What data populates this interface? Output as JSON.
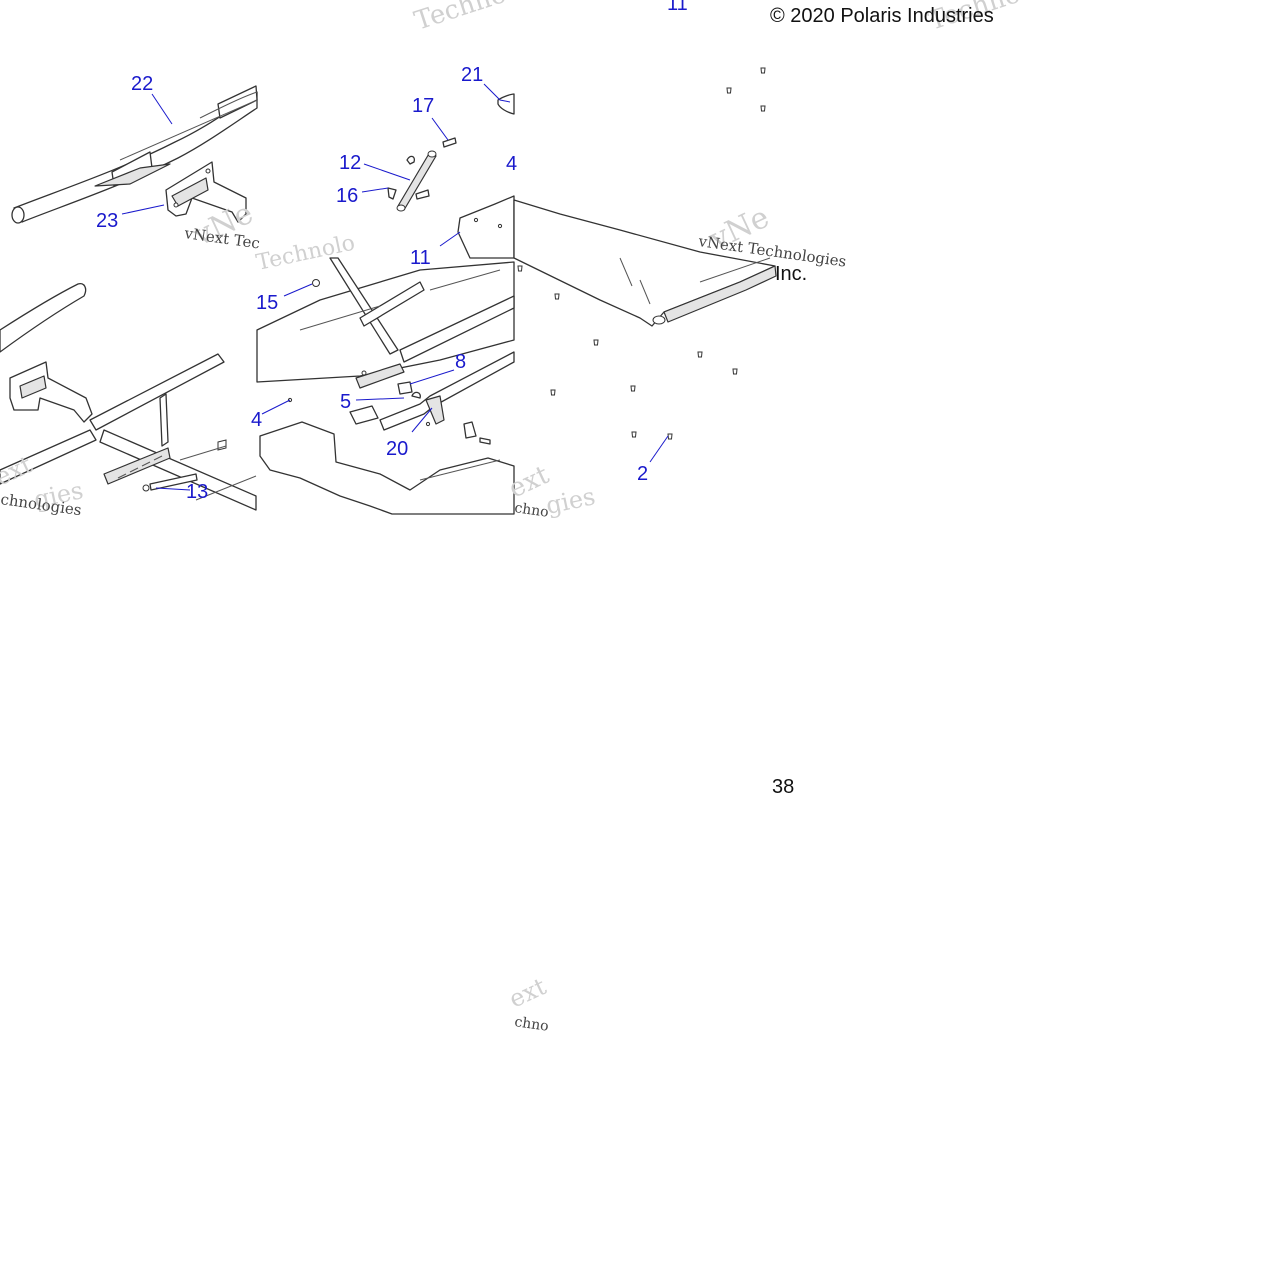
{
  "copyright": "© 2020 Polaris Industries",
  "inc_text": "Inc.",
  "page_number": "38",
  "watermark": {
    "company": "vNext Technologies",
    "fragments": [
      "Techno",
      "vNe",
      "ext",
      "chnologies",
      "ologies",
      "gies",
      "Technolo",
      "Techno",
      "vNext Tec",
      "ext",
      "chno"
    ]
  },
  "callouts": [
    {
      "id": "22",
      "label": "22"
    },
    {
      "id": "23",
      "label": "23"
    },
    {
      "id": "21",
      "label": "21"
    },
    {
      "id": "17",
      "label": "17"
    },
    {
      "id": "12",
      "label": "12"
    },
    {
      "id": "16",
      "label": "16"
    },
    {
      "id": "4a",
      "label": "4"
    },
    {
      "id": "11a",
      "label": "11"
    },
    {
      "id": "11b",
      "label": "11"
    },
    {
      "id": "15",
      "label": "15"
    },
    {
      "id": "8",
      "label": "8"
    },
    {
      "id": "5",
      "label": "5"
    },
    {
      "id": "20",
      "label": "20"
    },
    {
      "id": "4b",
      "label": "4"
    },
    {
      "id": "13",
      "label": "13"
    },
    {
      "id": "2",
      "label": "2"
    }
  ]
}
